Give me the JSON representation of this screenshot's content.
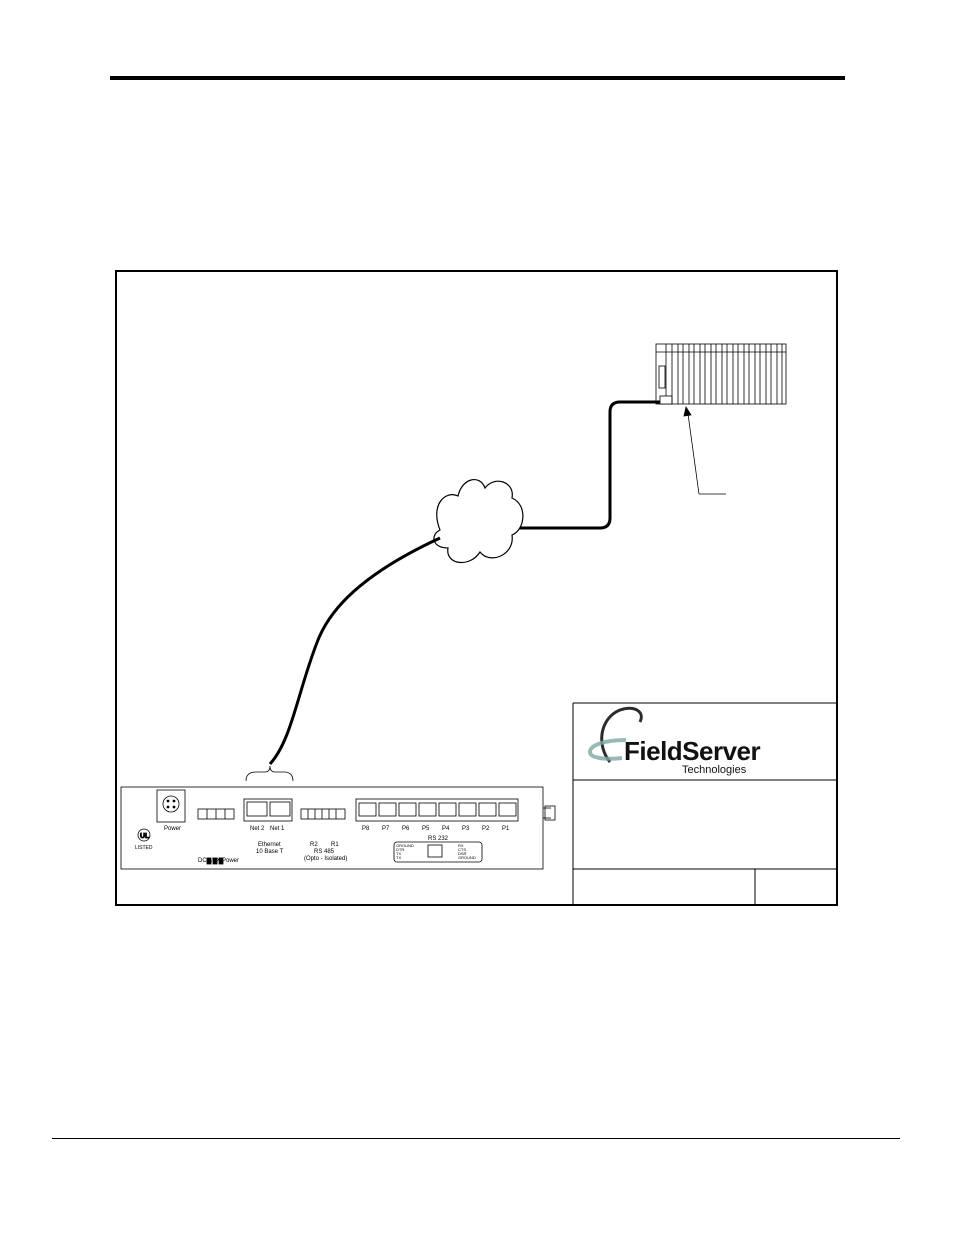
{
  "logo": {
    "brand": "FieldServer",
    "subtitle": "Technologies",
    "colors": {
      "text": "#111111",
      "swoosh": "#2b2b2b",
      "accent": "#7fa8a8"
    }
  },
  "fieldserver_labels": {
    "power": "Power",
    "net2": "Net 2",
    "net1": "Net 1",
    "ethernet_line1": "Ethernet",
    "ethernet_line2": "10 Base T",
    "dc_aux_power": "DC AUX Power",
    "r2": "R2",
    "r1": "R1",
    "rs485": "RS 485",
    "opto": "(Opto - Isolated)",
    "rs232": "RS 232",
    "ports": [
      "P8",
      "P7",
      "P6",
      "P5",
      "P4",
      "P3",
      "P2",
      "P1"
    ],
    "ul_mark": "LISTED",
    "pin_left": [
      "GROUND",
      "DTR",
      "TX",
      "TX"
    ],
    "pin_right": [
      "RX",
      "CTS",
      "DSR",
      "GROUND"
    ]
  }
}
